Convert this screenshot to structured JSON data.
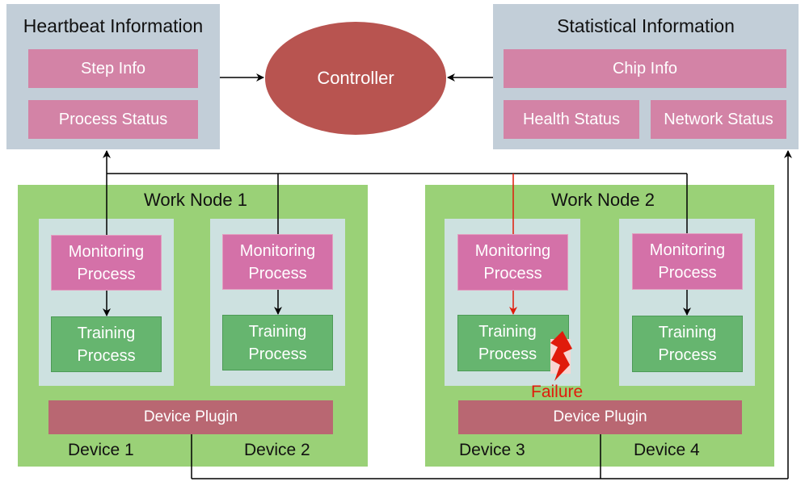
{
  "heartbeat": {
    "title": "Heartbeat Information",
    "items": [
      "Step Info",
      "Process Status"
    ]
  },
  "controller": {
    "label": "Controller"
  },
  "statistical": {
    "title": "Statistical Information",
    "chip_info": "Chip Info",
    "health_status": "Health Status",
    "network_status": "Network Status"
  },
  "nodes": [
    {
      "title": "Work Node 1",
      "panels": [
        {
          "monitor": "Monitoring\nProcess",
          "training": "Training\nProcess"
        },
        {
          "monitor": "Monitoring\nProcess",
          "training": "Training\nProcess"
        }
      ],
      "plugin": "Device Plugin",
      "devices": [
        "Device 1",
        "Device 2"
      ]
    },
    {
      "title": "Work Node 2",
      "panels": [
        {
          "monitor": "Monitoring\nProcess",
          "training": "Training\nProcess"
        },
        {
          "monitor": "Monitoring\nProcess",
          "training": "Training\nProcess"
        }
      ],
      "plugin": "Device Plugin",
      "devices": [
        "Device 3",
        "Device 4"
      ]
    }
  ],
  "failure": {
    "label": "Failure",
    "color": "#e01b0b"
  },
  "colors": {
    "info_panel": "#c2ced8",
    "info_item": "#d383a6",
    "controller": "#b85450",
    "node": "#9ad177",
    "inner_panel": "#cde1e0",
    "monitor": "#d471a8",
    "training": "#66b56f",
    "plugin": "#b96772"
  }
}
